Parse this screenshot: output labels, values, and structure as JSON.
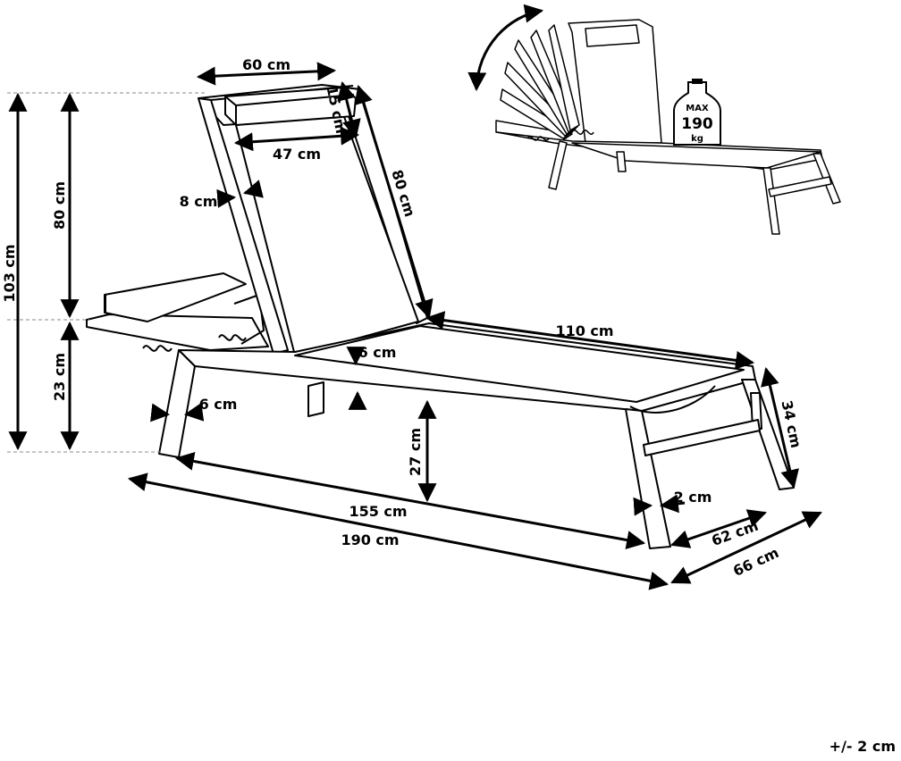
{
  "dimensions": {
    "total_height": "103 cm",
    "backrest_height": "80 cm",
    "seat_height": "23 cm",
    "backrest_width": "60 cm",
    "headrest_depth": "15 cm",
    "headrest_width": "47 cm",
    "frame_thickness_top": "8 cm",
    "backrest_length": "80 cm",
    "seat_length": "110 cm",
    "sling_depth": "6 cm",
    "frame_width": "6 cm",
    "leg_height": "27 cm",
    "end_height": "34 cm",
    "leg_thickness": "2 cm",
    "inner_length": "155 cm",
    "total_length": "190 cm",
    "inner_width": "62 cm",
    "total_width": "66 cm"
  },
  "weight_badge": {
    "top": "MAX",
    "value": "190",
    "unit": "kg"
  },
  "tolerance": "+/- 2 cm"
}
